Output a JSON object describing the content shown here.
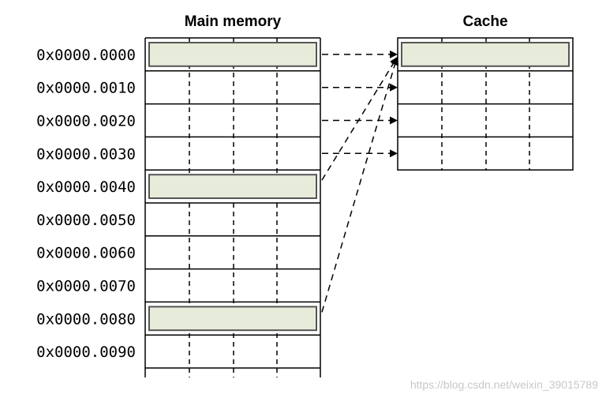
{
  "main_memory": {
    "title": "Main memory",
    "addresses": [
      "0x0000.0000",
      "0x0000.0010",
      "0x0000.0020",
      "0x0000.0030",
      "0x0000.0040",
      "0x0000.0050",
      "0x0000.0060",
      "0x0000.0070",
      "0x0000.0080",
      "0x0000.0090"
    ],
    "highlighted_rows": [
      0,
      4,
      8
    ]
  },
  "cache": {
    "title": "Cache",
    "line_count": 4,
    "highlighted_rows": [
      0
    ]
  },
  "mappings": [
    {
      "from_row": 0,
      "to_line": 0
    },
    {
      "from_row": 1,
      "to_line": 1
    },
    {
      "from_row": 2,
      "to_line": 2
    },
    {
      "from_row": 3,
      "to_line": 3
    },
    {
      "from_row": 4,
      "to_line": 0
    },
    {
      "from_row": 8,
      "to_line": 0
    }
  ],
  "colors": {
    "highlight_fill": "#e7ecda",
    "highlight_stroke": "#555555",
    "line": "#000000"
  },
  "watermark": "https://blog.csdn.net/weixin_39015789"
}
